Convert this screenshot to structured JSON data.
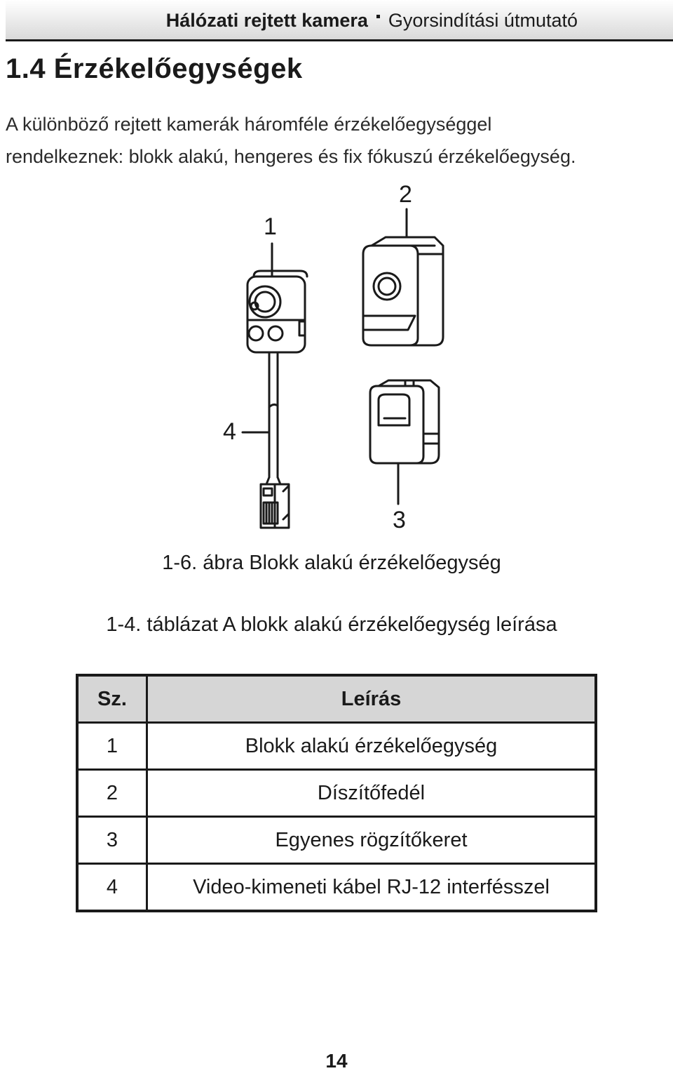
{
  "header": {
    "product": "Hálózati rejtett kamera",
    "guide": "Gyorsindítási útmutató"
  },
  "section": {
    "title": "1.4 Érzékelőegységek",
    "intro_line1": "A különböző rejtett kamerák háromféle érzékelőegységgel",
    "intro_line2": "rendelkeznek: blokk alakú, hengeres és fix fókuszú érzékelőegység."
  },
  "figure": {
    "callouts": [
      "1",
      "2",
      "3",
      "4"
    ],
    "caption": "1-6. ábra Blokk alakú érzékelőegység"
  },
  "table": {
    "caption": "1-4. táblázat A blokk alakú érzékelőegység leírása",
    "headers": [
      "Sz.",
      "Leírás"
    ],
    "rows": [
      [
        "1",
        "Blokk alakú érzékelőegység"
      ],
      [
        "2",
        "Díszítőfedél"
      ],
      [
        "3",
        "Egyenes rögzítőkeret"
      ],
      [
        "4",
        "Video-kimeneti kábel RJ-12 interfésszel"
      ]
    ]
  },
  "page_number": "14"
}
